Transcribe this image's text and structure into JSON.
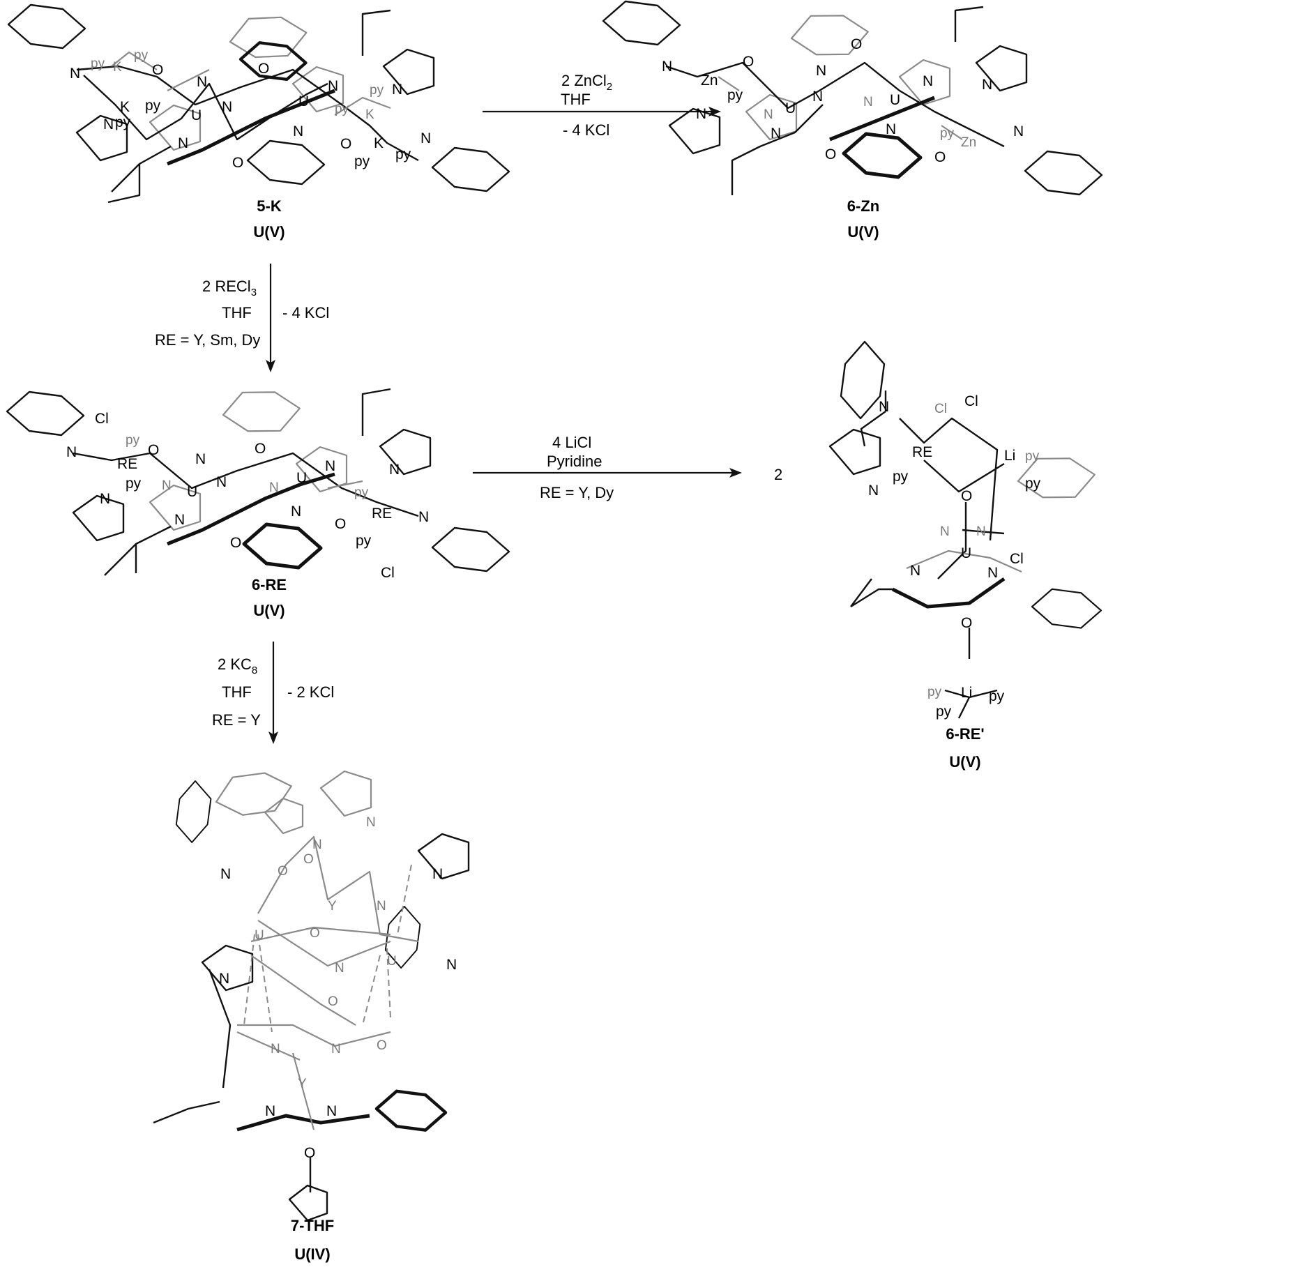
{
  "compounds": {
    "c5k": {
      "name": "5-K",
      "ox": "U(V)"
    },
    "c6zn": {
      "name": "6-Zn",
      "ox": "U(V)"
    },
    "c6re": {
      "name": "6-RE",
      "ox": "U(V)"
    },
    "c6rep": {
      "name": "6-RE'",
      "ox": "U(V)",
      "coef": "2"
    },
    "c7thf": {
      "name": "7-THF",
      "ox": "U(IV)"
    }
  },
  "reactions": {
    "r1": {
      "reagent": "2 ZnCl",
      "reagent_sub": "2",
      "solvent": "THF",
      "byproduct": "- 4 KCl"
    },
    "r2": {
      "reagent": "2 RECl",
      "reagent_sub": "3",
      "solvent": "THF",
      "condition": "RE = Y,  Sm,  Dy",
      "byproduct": "- 4 KCl"
    },
    "r3": {
      "reagent": "4 LiCl",
      "solvent": "Pyridine",
      "condition": "RE = Y,  Dy"
    },
    "r4": {
      "reagent": "2 KC",
      "reagent_sub": "8",
      "solvent": "THF",
      "condition": "RE = Y",
      "byproduct": "- 2 KCl"
    }
  },
  "atoms": {
    "U": "U",
    "N": "N",
    "O": "O",
    "K": "K",
    "Zn": "Zn",
    "RE": "RE",
    "Cl": "Cl",
    "Li": "Li",
    "Y": "Y",
    "py": "py"
  }
}
